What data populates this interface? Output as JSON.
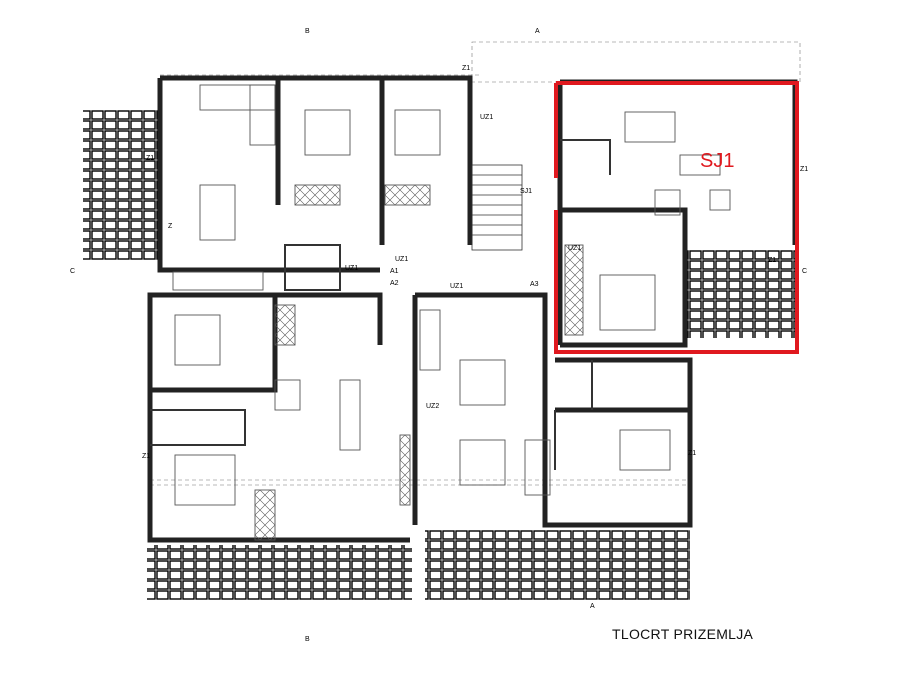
{
  "drawing": {
    "title": "TLOCRT PRIZEMLJA",
    "highlight_label": "SJ1",
    "highlight_color": "#e0191f",
    "wall_color": "#222222",
    "labels": {
      "uz1": "UZ1",
      "uz2": "UZ2",
      "a1": "A1",
      "a2": "A2",
      "a3": "A3",
      "sj1": "SJ1",
      "z1": "Z1",
      "z": "Z"
    },
    "section_markers": {
      "a": "A",
      "b": "B",
      "c": "C"
    }
  }
}
